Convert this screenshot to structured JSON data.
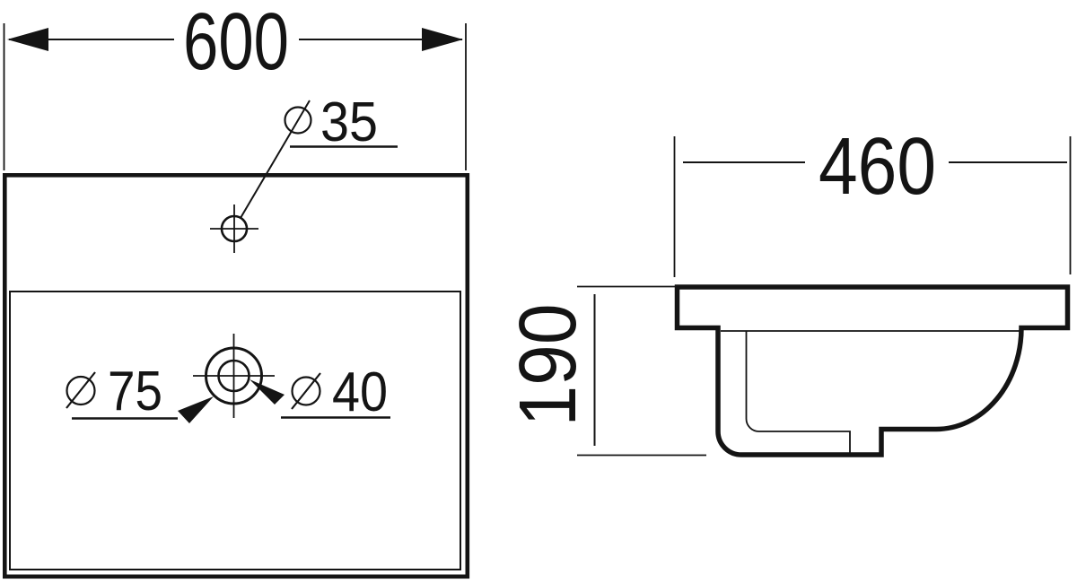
{
  "drawing_type": "washbasin-dimension-diagram",
  "colors": {
    "ink": "#141414",
    "background": "#ffffff"
  },
  "symbols": {
    "diameter": "⌀"
  },
  "dims": {
    "top_width": "600",
    "faucet_hole": "35",
    "drain_flange": "75",
    "drain_hole": "40",
    "depth": "460",
    "height": "190"
  }
}
